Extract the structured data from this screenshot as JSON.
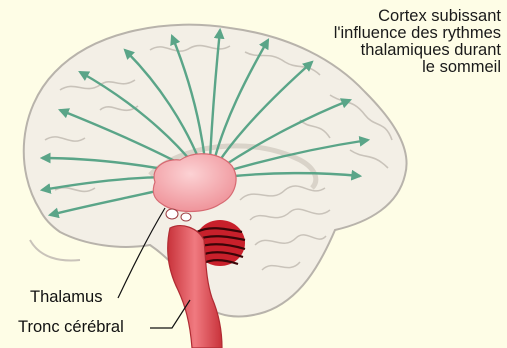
{
  "caption": {
    "lines": [
      "Cortex subissant",
      "l'influence des rythmes",
      "thalamiques durant",
      "le sommeil"
    ]
  },
  "labels": {
    "thalamus": "Thalamus",
    "brainstem": "Tronc cérébral"
  },
  "colors": {
    "background": "#fefde6",
    "brain_fill": "#f3efe6",
    "brain_outline": "#b8b3ab",
    "arrow": "#5aa588",
    "thalamus": "#f4a6ab",
    "brainstem": "#e04f55",
    "cerebellum": "#c8202b"
  }
}
